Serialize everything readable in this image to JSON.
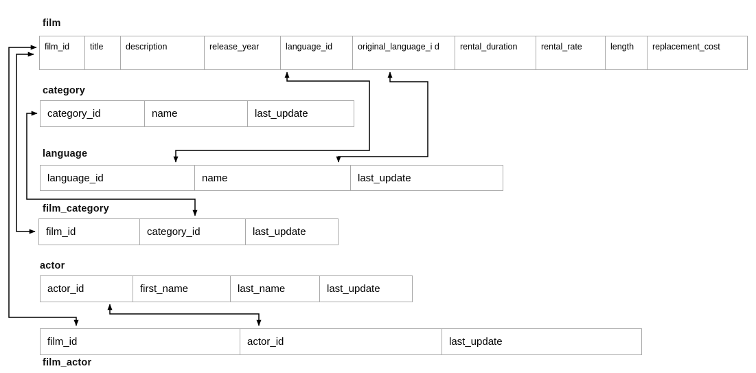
{
  "diagram": {
    "kind": "database-schema",
    "colors": {
      "background": "#ffffff",
      "table_border": "#a9a9a9",
      "connector_line": "#000000",
      "text": "#000000"
    },
    "tables": {
      "film": {
        "title": "film",
        "columns": [
          "film_id",
          "title",
          "description",
          "release_year",
          "language_id",
          "original_language_i d",
          "rental_duration",
          "rental_rate",
          "length",
          "replacement_cost"
        ]
      },
      "category": {
        "title": "category",
        "columns": [
          "category_id",
          "name",
          "last_update"
        ]
      },
      "language": {
        "title": "language",
        "columns": [
          "language_id",
          "name",
          "last_update"
        ]
      },
      "film_category": {
        "title": "film_category",
        "columns": [
          "film_id",
          "category_id",
          "last_update"
        ]
      },
      "actor": {
        "title": "actor",
        "columns": [
          "actor_id",
          "first_name",
          "last_name",
          "last_update"
        ]
      },
      "film_actor": {
        "title": "film_actor",
        "columns": [
          "film_id",
          "actor_id",
          "last_update"
        ]
      }
    },
    "relationships": [
      {
        "from": "film_actor.film_id",
        "to": "film.film_id"
      },
      {
        "from": "film_category.film_id",
        "to": "film.film_id"
      },
      {
        "from": "film_category.category_id",
        "to": "category.category_id"
      },
      {
        "from": "language.language_id",
        "to": "film.language_id"
      },
      {
        "from": "language.name",
        "to": "film.original_language_id"
      },
      {
        "from": "film_actor.actor_id",
        "to": "actor.actor_id"
      }
    ]
  }
}
